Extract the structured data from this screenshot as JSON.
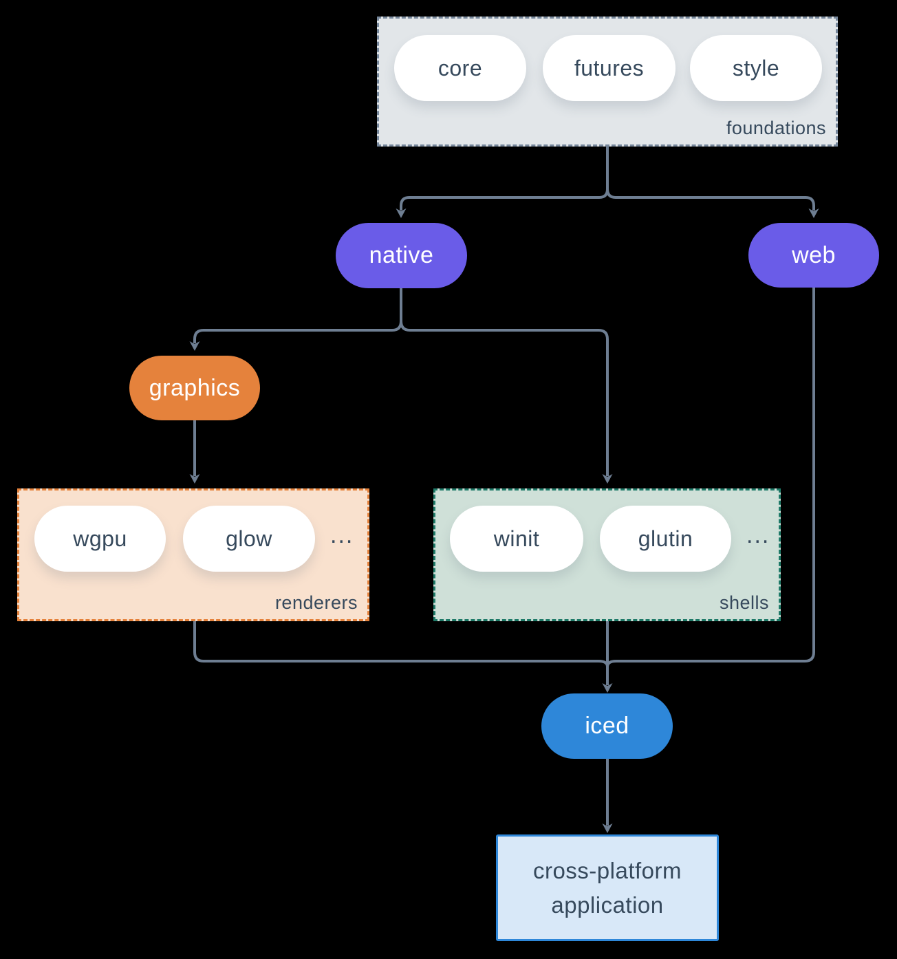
{
  "diagram": {
    "background": "#000000",
    "connector_color": "#6e7e92",
    "text_color": "#36495c",
    "groups": {
      "foundations": {
        "label": "foundations",
        "fill": "#e2e6e9",
        "border_color": "#76879b",
        "items": [
          "core",
          "futures",
          "style"
        ]
      },
      "renderers": {
        "label": "renderers",
        "fill": "#f9e1ce",
        "border_color": "#e5823c",
        "items": [
          "wgpu",
          "glow"
        ],
        "ellipsis": "..."
      },
      "shells": {
        "label": "shells",
        "fill": "#cfe0d8",
        "border_color": "#1e7a68",
        "items": [
          "winit",
          "glutin"
        ],
        "ellipsis": "..."
      }
    },
    "nodes": {
      "native": {
        "label": "native",
        "fill": "#6a5ce8"
      },
      "web": {
        "label": "web",
        "fill": "#6a5ce8"
      },
      "graphics": {
        "label": "graphics",
        "fill": "#e5823c"
      },
      "iced": {
        "label": "iced",
        "fill": "#2e87d9"
      },
      "application": {
        "label": "cross-platform application",
        "fill": "#d8e8f8",
        "border_color": "#2e87d9"
      }
    },
    "edges": [
      {
        "from": "foundations",
        "to": "native"
      },
      {
        "from": "foundations",
        "to": "web"
      },
      {
        "from": "native",
        "to": "graphics"
      },
      {
        "from": "native",
        "to": "shells"
      },
      {
        "from": "graphics",
        "to": "renderers"
      },
      {
        "from": "renderers",
        "to": "iced"
      },
      {
        "from": "shells",
        "to": "iced"
      },
      {
        "from": "web",
        "to": "iced"
      },
      {
        "from": "iced",
        "to": "application"
      }
    ]
  }
}
